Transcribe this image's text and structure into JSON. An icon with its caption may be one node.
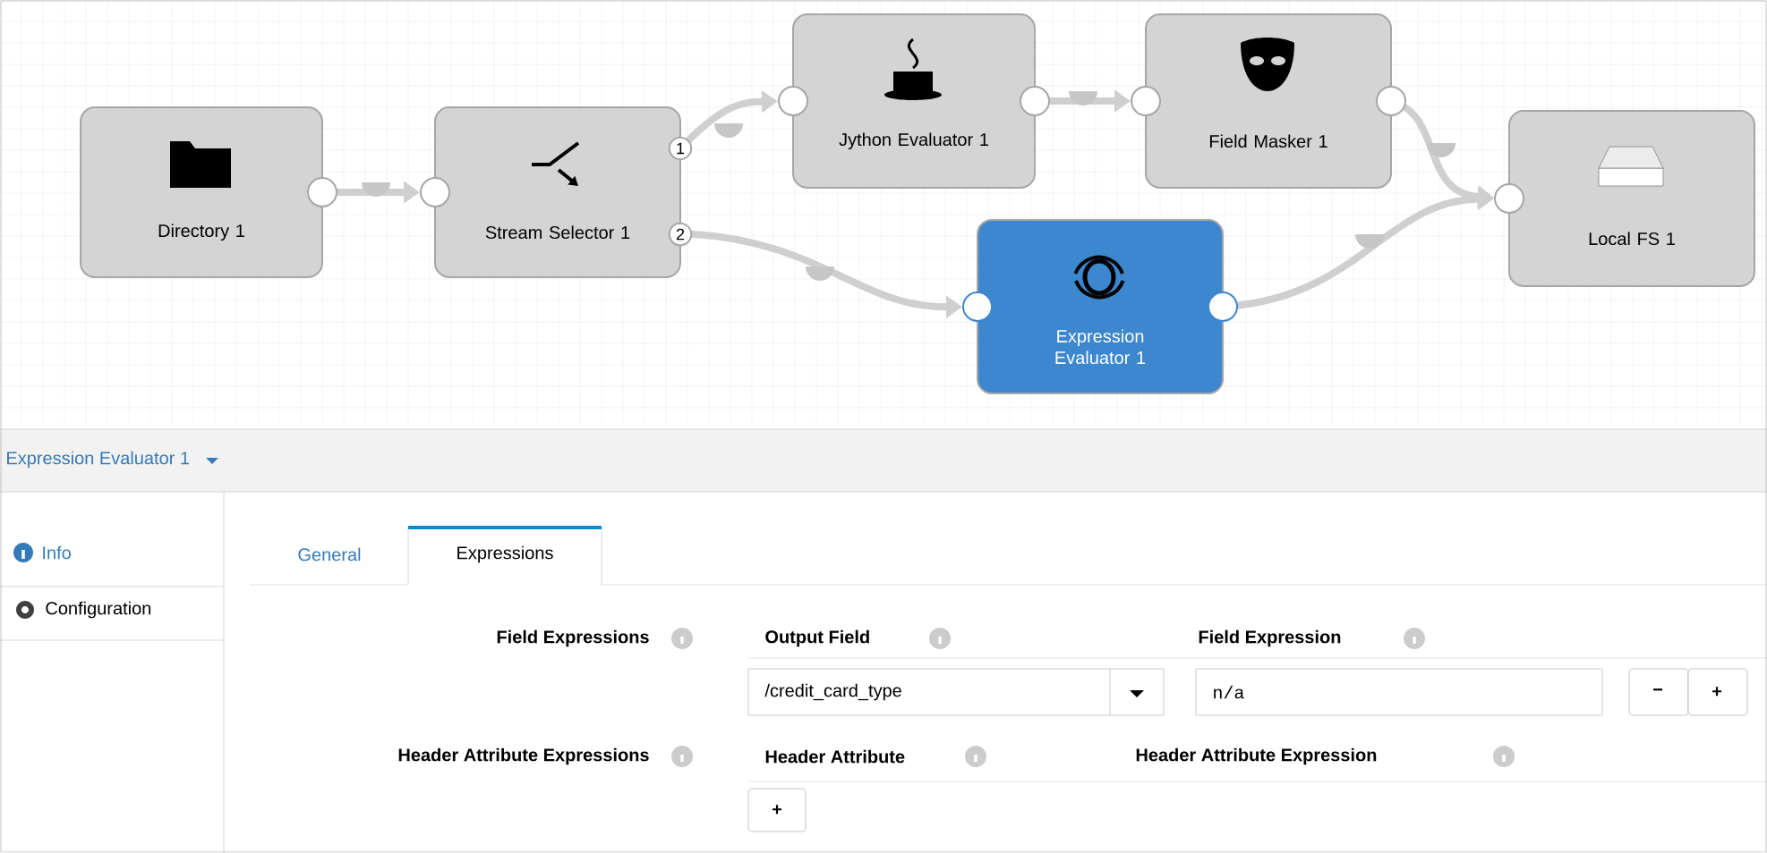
{
  "diagram": {
    "nodes": [
      {
        "text": [
          "Directory 1"
        ]
      },
      {
        "text": [
          "Stream Selector 1"
        ]
      },
      {
        "text": [
          "Jython Evaluator 1"
        ]
      },
      {
        "text": [
          "Field Masker 1"
        ]
      },
      {
        "text": [
          "Expression Evaluator 1"
        ]
      },
      {
        "text": [
          "Local FS 1"
        ]
      }
    ],
    "edges": [
      {
        "from": 0,
        "to": 1,
        "arrow": "to"
      },
      {
        "from": 1,
        "to": 2,
        "arrow": "to"
      },
      {
        "from": 1,
        "to": 4,
        "arrow": "to"
      },
      {
        "from": 2,
        "to": 3,
        "arrow": "to"
      },
      {
        "from": 3,
        "to": 5,
        "arrow": "to"
      },
      {
        "from": 4,
        "to": 5,
        "arrow": "to"
      }
    ],
    "labels": [
      "1",
      "2",
      "Expression Evaluator 1",
      "Info",
      "Configuration",
      "General",
      "Expressions",
      "Field Expressions",
      "Output Field",
      "Field Expression",
      "/credit_card_type",
      "n/a",
      "−",
      "+",
      "Header Attribute Expressions",
      "Header Attribute",
      "Header Attribute Expression",
      "+"
    ]
  }
}
